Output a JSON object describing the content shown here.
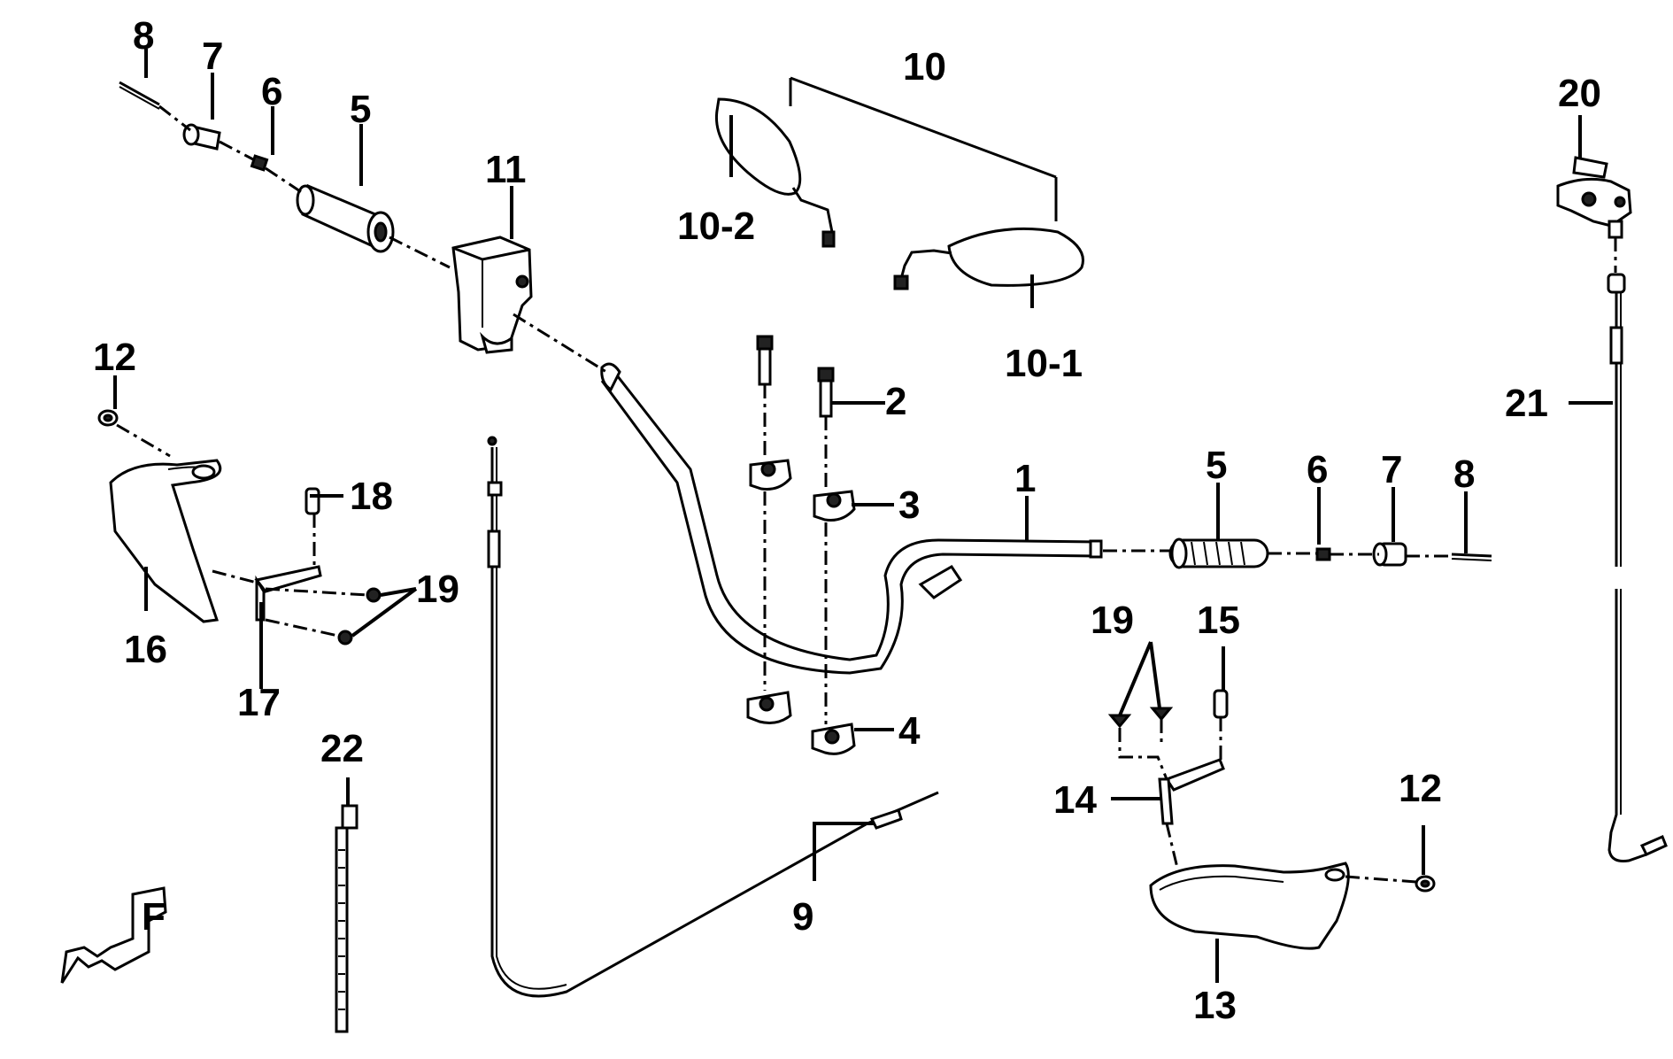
{
  "diagram": {
    "callouts": {
      "c1": "1",
      "c2": "2",
      "c3": "3",
      "c4": "4",
      "c5_left": "5",
      "c5_right": "5",
      "c6_left": "6",
      "c6_right": "6",
      "c7_left": "7",
      "c7_right": "7",
      "c8_left": "8",
      "c8_right": "8",
      "c9": "9",
      "c10": "10",
      "c10_1": "10-1",
      "c10_2": "10-2",
      "c11": "11",
      "c12_left": "12",
      "c12_right": "12",
      "c13": "13",
      "c14": "14",
      "c15": "15",
      "c16": "16",
      "c17": "17",
      "c18": "18",
      "c19_left": "19",
      "c19_right": "19",
      "c20": "20",
      "c21": "21",
      "c22": "22"
    },
    "front_indicator_letter": "F"
  }
}
